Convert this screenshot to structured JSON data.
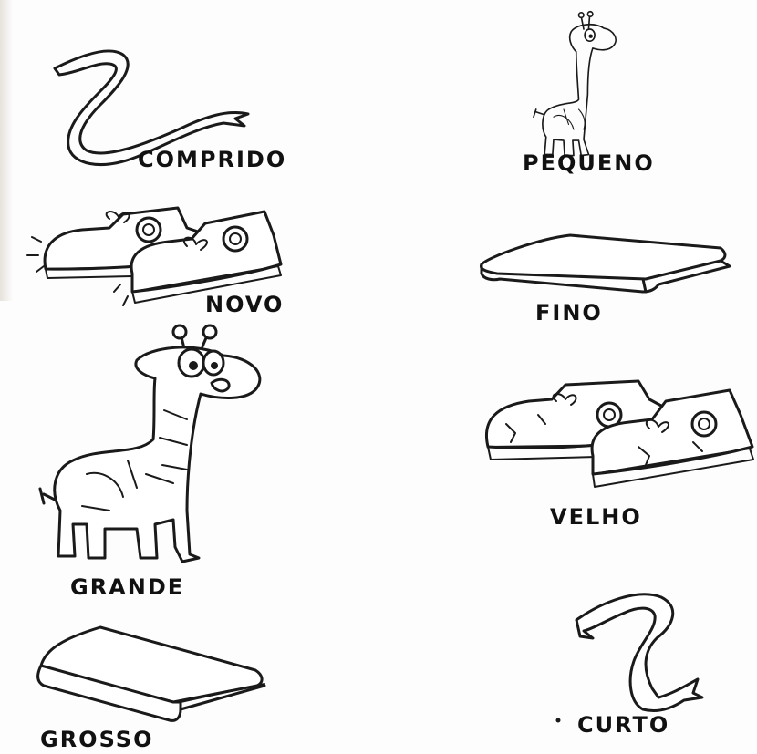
{
  "words": {
    "comprido": "COMPRIDO",
    "pequeno": "PEQUENO",
    "novo": "NOVO",
    "fino": "FINO",
    "grande": "GRANDE",
    "velho": "VELHO",
    "grosso": "GROSSO",
    "curto": "CURTO"
  },
  "icons": {
    "long_snake": "snake-icon",
    "small_giraffe": "giraffe-icon",
    "new_shoes": "shoes-icon",
    "thin_book": "book-icon",
    "big_giraffe": "giraffe-icon",
    "old_shoes": "shoes-icon",
    "thick_book": "book-icon",
    "short_snake": "snake-icon"
  },
  "colors": {
    "ink": "#1a1a1a",
    "paper": "#fdfdfd"
  }
}
